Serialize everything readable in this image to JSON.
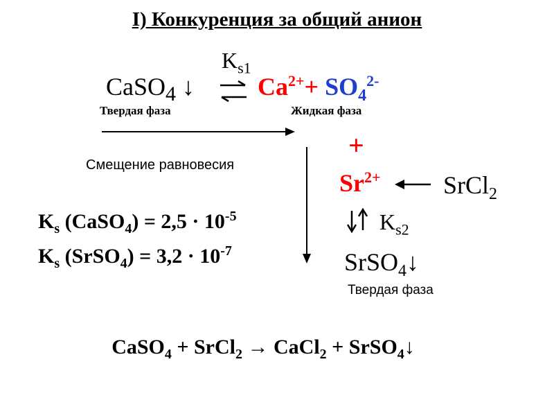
{
  "title": "I) Конкуренция за общий анион",
  "equilibrium": {
    "left_formula": "CaSO",
    "left_sub": "4",
    "left_arrow": " ↓",
    "constant": "K",
    "constant_sub": "s1",
    "cation": "Ca",
    "cation_charge": "2+",
    "plus_text": "+ ",
    "anion": "SO",
    "anion_sub": "4",
    "anion_charge": "2-"
  },
  "labels": {
    "solid_phase": "Твердая фаза",
    "liquid_phase": "Жидкая фаза",
    "shift": "Смещение равновесия",
    "solid_phase_2": "Твердая фаза"
  },
  "plus_sign": "+",
  "strontium": {
    "ion": "Sr",
    "ion_charge": "2+",
    "salt": "SrCl",
    "salt_sub": "2",
    "constant_arrows": "↓↑",
    "constant": " K",
    "constant_sub": "s2",
    "precipitate": "SrSO",
    "precipitate_sub": "4",
    "precipitate_arrow": "↓"
  },
  "constants": [
    {
      "k": "K",
      "k_sub": "s",
      "compound": " (CaSO",
      "compound_sub": "4",
      "value": ") = 2,5 · 10",
      "exp": "-5"
    },
    {
      "k": "K",
      "k_sub": "s",
      "compound": " (SrSO",
      "compound_sub": "4",
      "value": ") = 3,2 · 10",
      "exp": "-7"
    }
  ],
  "reaction": {
    "p1": "CaSO",
    "s1": "4",
    "p2": " + SrCl",
    "s2": "2",
    "p3": " → CaCl",
    "s3": "2",
    "p4": " + SrSO",
    "s4": "4",
    "p5": "↓"
  },
  "colors": {
    "cation": "#ff0000",
    "anion": "#1f3ecf",
    "plus": "#ff0000"
  }
}
